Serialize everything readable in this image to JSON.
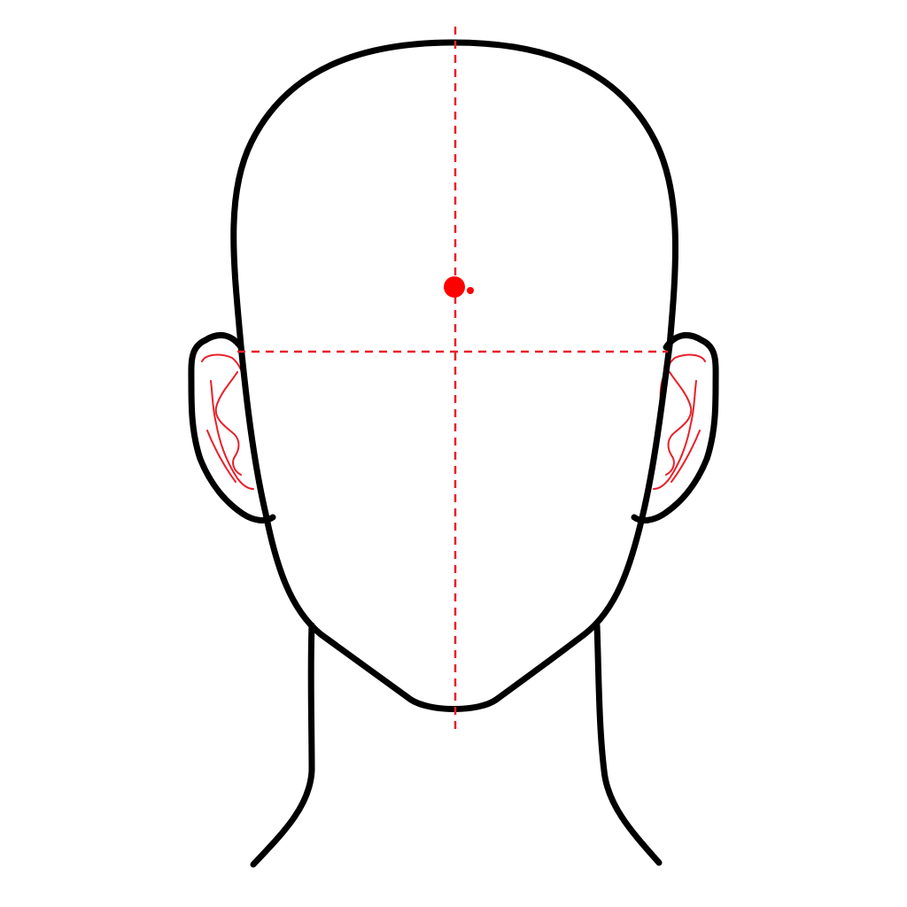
{
  "colors": {
    "background": "#ffffff",
    "outline": "#000000",
    "guide": "#e8202a",
    "marker": "#ff0000"
  },
  "figure": {
    "subject": "head-front-view",
    "parts": [
      "head-outline",
      "left-ear",
      "right-ear",
      "neck-left",
      "neck-right"
    ],
    "guides": [
      "vertical-center-line",
      "horizontal-ear-line"
    ],
    "markers": [
      "target-dot",
      "small-dot"
    ]
  }
}
